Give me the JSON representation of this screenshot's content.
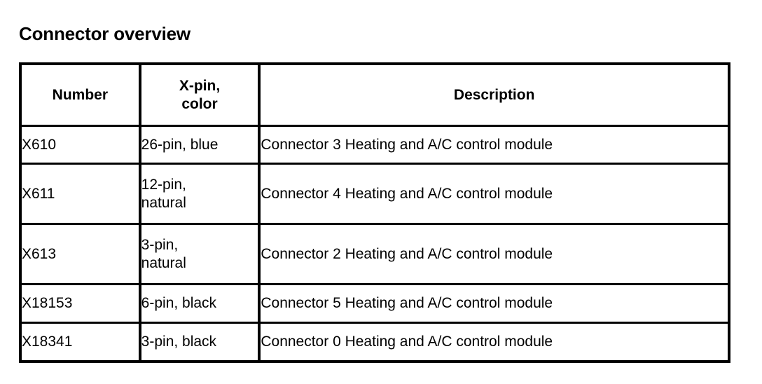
{
  "document": {
    "title": "Connector overview"
  },
  "table": {
    "headers": {
      "number": "Number",
      "pin_line1": "X-pin,",
      "pin_line2": "color",
      "description": "Description"
    },
    "rows": [
      {
        "number": "X610",
        "pin_line1": "26-pin, blue",
        "pin_line2": "",
        "description": "Connector 3 Heating and A/C control module"
      },
      {
        "number": "X611",
        "pin_line1": "12-pin,",
        "pin_line2": "natural",
        "description": "Connector 4 Heating and A/C control module"
      },
      {
        "number": "X613",
        "pin_line1": "3-pin,",
        "pin_line2": "natural",
        "description": "Connector 2 Heating and A/C control module"
      },
      {
        "number": "X18153",
        "pin_line1": "6-pin, black",
        "pin_line2": "",
        "description": "Connector 5 Heating and A/C control module"
      },
      {
        "number": "X18341",
        "pin_line1": "3-pin, black",
        "pin_line2": "",
        "description": "Connector 0 Heating and A/C control module"
      }
    ]
  }
}
